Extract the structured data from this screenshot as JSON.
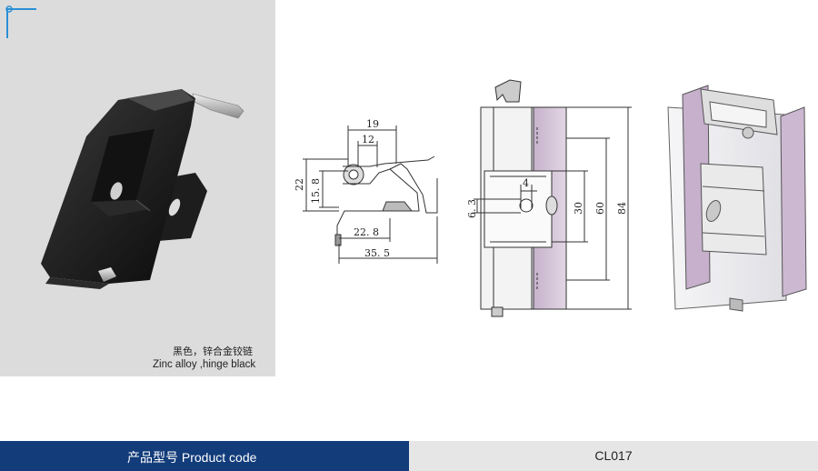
{
  "product": {
    "caption_cn": "黑色，锌合金铰链",
    "caption_en": "Zinc alloy ,hinge black"
  },
  "dimensions": {
    "d19": "19",
    "d12": "12",
    "d22": "22",
    "d15_8": "15. 8",
    "d22_8": "22. 8",
    "d35_5": "35. 5",
    "d4": "4",
    "d6_3": "6. 3",
    "d30": "30",
    "d60": "60",
    "d84": "84"
  },
  "footer": {
    "label": "产品型号  Product code",
    "code": "CL017"
  },
  "colors": {
    "footer_blue": "#123c7a",
    "footer_gray": "#e6e6e6",
    "photo_bg": "#dcdcdc",
    "accent": "#2b8fd6"
  }
}
